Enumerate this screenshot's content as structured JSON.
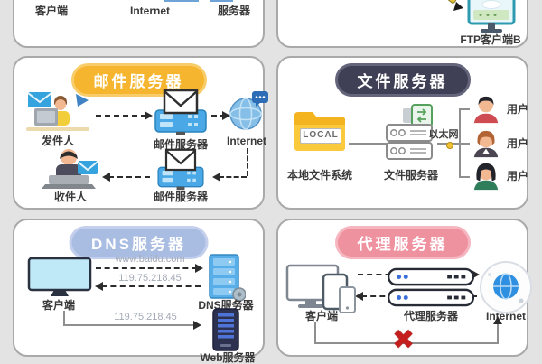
{
  "colors": {
    "background": "#e3e3e3",
    "panel_border": "#a9a9a9",
    "mail_badge": "#f5b52e",
    "file_badge": "#3f3f55",
    "dns_badge": "#a9bce2",
    "proxy_badge": "#ef92a0",
    "server_blue": "#49a8e5",
    "folder_yellow": "#f3b41f",
    "error_red": "#c41e1e"
  },
  "ftp_left": {
    "client": "客户端",
    "internet": "Internet",
    "server": "服务器"
  },
  "ftp_right": {
    "client_b": "FTP客户端B"
  },
  "mail": {
    "title": "邮件服务器",
    "sender": "发件人",
    "server1": "邮件服务器",
    "internet": "Internet",
    "server2": "邮件服务器",
    "receiver": "收件人"
  },
  "file": {
    "title": "文件服务器",
    "folder_label": "LOCAL",
    "local_fs": "本地文件系统",
    "server": "文件服务器",
    "ethernet": "以太网",
    "users": [
      "用户",
      "用户",
      "用户"
    ]
  },
  "dns": {
    "title": "DNS服务器",
    "client": "客户端",
    "server": "DNS服务器",
    "query": "www.baidu.com",
    "response": "119.75.218.45",
    "direct": "119.75.218.45",
    "web_server": "Web服务器"
  },
  "proxy": {
    "title": "代理服务器",
    "client": "客户端",
    "server": "代理服务器",
    "internet": "Internet",
    "blocked_x": "✖"
  }
}
